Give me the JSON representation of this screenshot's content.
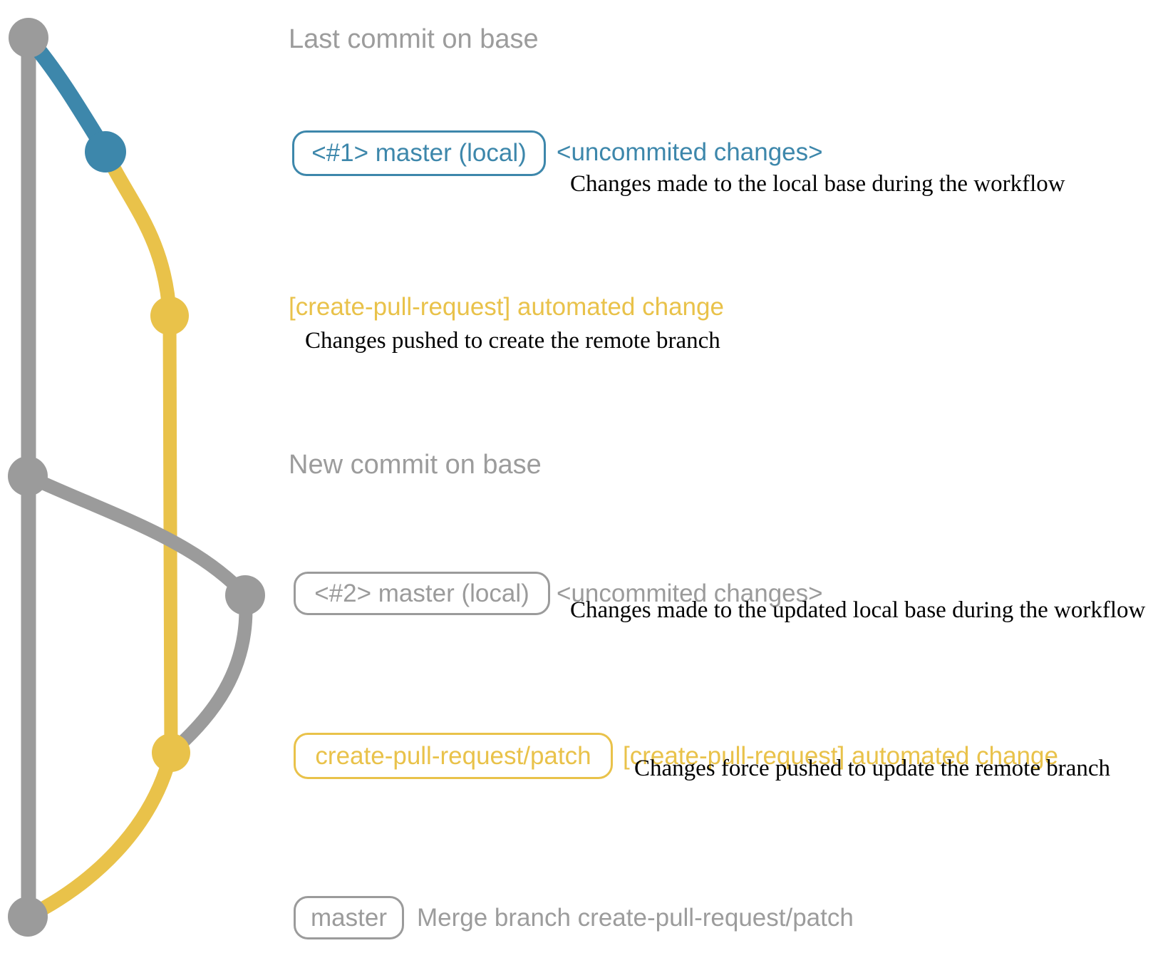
{
  "colors": {
    "gray": "#9b9b9b",
    "blue": "#3d87ab",
    "yellow": "#e9c24a",
    "black": "#000000"
  },
  "rows": {
    "last_commit_label": "Last commit on base",
    "r1_badge": "<#1> master (local)",
    "r1_heading": "<uncommited changes>",
    "r1_desc": "Changes made to the local base during the workflow",
    "r2_heading": "[create-pull-request] automated change",
    "r2_desc": "Changes pushed to create the remote branch",
    "new_commit_label": "New commit on base",
    "r3_badge": "<#2> master (local)",
    "r3_heading": "<uncommited changes>",
    "r3_desc": "Changes made to the updated local base during the workflow",
    "r4_badge": "create-pull-request/patch",
    "r4_heading": "[create-pull-request] automated change",
    "r4_desc": "Changes force pushed to update the remote branch",
    "bottom_badge": "master",
    "bottom_label": "Merge branch create-pull-request/patch"
  },
  "graph": {
    "type": "git-graph",
    "commit_nodes": [
      {
        "id": "base-last-commit",
        "branch": "base",
        "color_key": "gray",
        "label": "Last commit on base"
      },
      {
        "id": "local-master-1",
        "branch": "master (local)",
        "color_key": "blue",
        "label": "<#1> master (local) <uncommited changes>"
      },
      {
        "id": "patch-commit-1",
        "branch": "create-pull-request/patch",
        "color_key": "yellow",
        "label": "[create-pull-request] automated change"
      },
      {
        "id": "base-new-commit",
        "branch": "base",
        "color_key": "gray",
        "label": "New commit on base"
      },
      {
        "id": "local-master-2",
        "branch": "master (local)",
        "color_key": "gray",
        "label": "<#2> master (local) <uncommited changes>"
      },
      {
        "id": "patch-commit-2",
        "branch": "create-pull-request/patch",
        "color_key": "yellow",
        "label": "create-pull-request/patch [create-pull-request] automated change"
      },
      {
        "id": "base-merge-commit",
        "branch": "base",
        "color_key": "gray",
        "label": "master — Merge branch create-pull-request/patch"
      }
    ]
  }
}
